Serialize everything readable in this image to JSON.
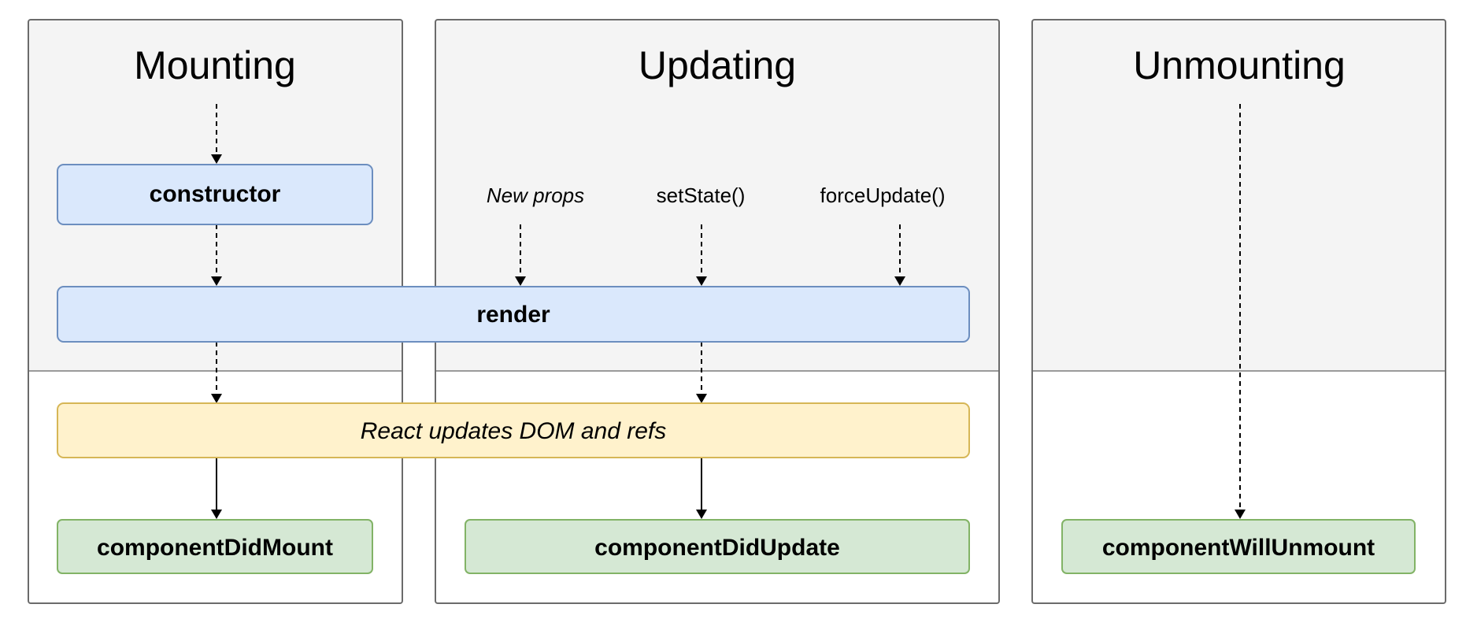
{
  "phases": {
    "mounting": "Mounting",
    "updating": "Updating",
    "unmounting": "Unmounting"
  },
  "triggers": {
    "new_props": "New props",
    "set_state": "setState()",
    "force_update": "forceUpdate()"
  },
  "methods": {
    "constructor": "constructor",
    "render": "render",
    "react_updates": "React updates DOM and refs",
    "component_did_mount": "componentDidMount",
    "component_did_update": "componentDidUpdate",
    "component_will_unmount": "componentWillUnmount"
  },
  "colors": {
    "panel_top": "#f4f4f4",
    "panel_border": "#6b6b6b",
    "divider": "#9a9a9a",
    "blue_fill": "#dae8fc",
    "blue_stroke": "#6c8ebf",
    "yellow_fill": "#fff2cc",
    "yellow_stroke": "#d6b656",
    "green_fill": "#d5e8d4",
    "green_stroke": "#82b366"
  }
}
